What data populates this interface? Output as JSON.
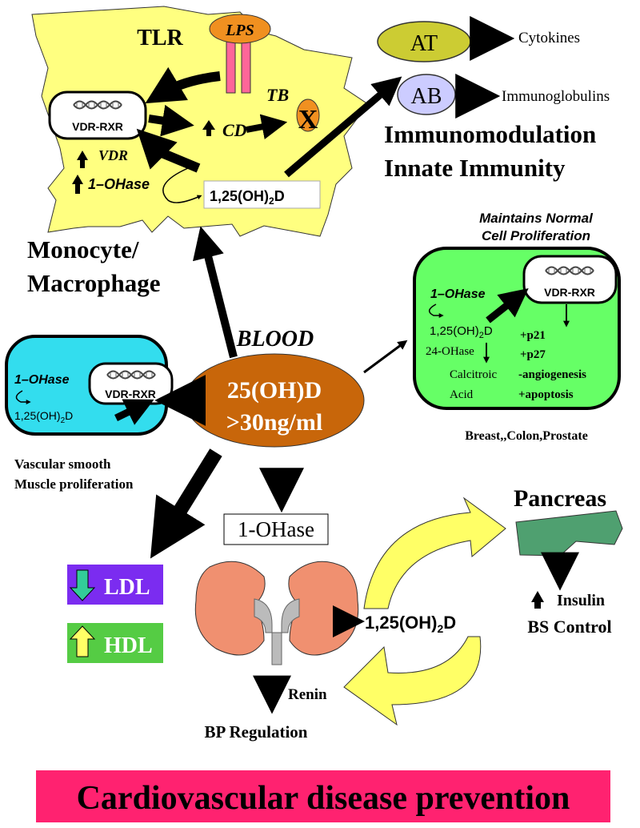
{
  "macrophage": {
    "tlr": "TLR",
    "lps": "LPS",
    "tb": "TB",
    "tb_block": "X",
    "vdr_rxr": "VDR-RXR",
    "vdr": "VDR",
    "one_ohase": "1–OHase",
    "cd": "CD",
    "calcitriol_pre": "1,25(OH)",
    "calcitriol_sub": "2",
    "calcitriol_post": "D",
    "caption_line1": "Monocyte/",
    "caption_line2": "Macrophage"
  },
  "immune": {
    "at": "AT",
    "ab": "AB",
    "cytokines": "Cytokines",
    "immunoglobulins": "Immunoglobulins",
    "title_line1": "Immunomodulation",
    "title_line2": "Innate Immunity"
  },
  "cell_proliferation": {
    "header_line1": "Maintains Normal",
    "header_line2": "Cell Proliferation",
    "one_ohase": "1–OHase",
    "vdr_rxr": "VDR-RXR",
    "calcitriol_pre": "1,25(OH)",
    "calcitriol_sub": "2",
    "calcitriol_post": "D",
    "ohase_24": "24-OHase",
    "calcitroic": "Calcitroic",
    "acid": "Acid",
    "effects": [
      "+p21",
      "+p27",
      "-angiogenesis",
      "+apoptosis"
    ],
    "caption": "Breast,,Colon,Prostate"
  },
  "vascular": {
    "one_ohase": "1–OHase",
    "vdr_rxr": "VDR-RXR",
    "calcitriol_pre": "1,25(OH)",
    "calcitriol_sub": "2",
    "calcitriol_post": "D",
    "caption_line1": "Vascular smooth",
    "caption_line2": "Muscle proliferation"
  },
  "blood": {
    "label": "BLOOD",
    "level_line1": "25(OH)D",
    "level_line2": ">30ng/ml"
  },
  "lipids": {
    "ldl": "LDL",
    "hdl": "HDL"
  },
  "kidney": {
    "one_ohase": "1-OHase",
    "calcitriol_pre": "1,25(OH)",
    "calcitriol_sub": "2",
    "calcitriol_post": "D",
    "renin": "Renin",
    "bp": "BP Regulation"
  },
  "pancreas": {
    "title": "Pancreas",
    "insulin": "Insulin",
    "bs_control": "BS Control"
  },
  "footer": {
    "banner": "Cardiovascular disease prevention"
  },
  "colors": {
    "macrophage_fill": "#ffff80",
    "proliferation_fill": "#66ff66",
    "vascular_fill": "#33ddee",
    "blood_fill": "#c8660a",
    "at_fill": "#cccc33",
    "ab_fill": "#ccccff",
    "lps_fill": "#f09020",
    "tlr_fill": "#ff6699",
    "ldl_fill": "#7b2cf0",
    "hdl_fill": "#55cc44",
    "pancreas_fill": "#4fa070",
    "kidney_fill": "#f09070",
    "banner_fill": "#ff2270"
  }
}
